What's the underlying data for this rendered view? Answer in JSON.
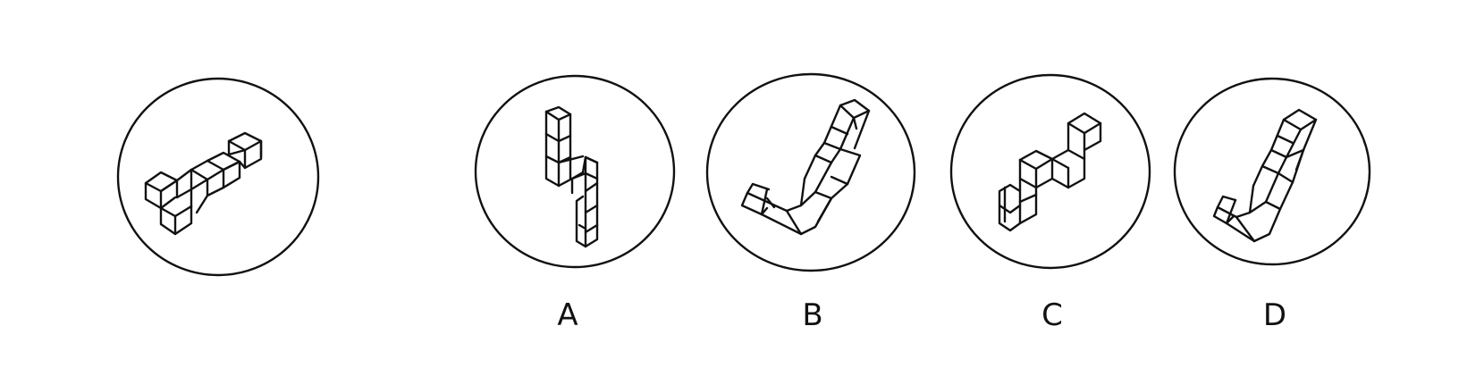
{
  "options": [
    {
      "label": "A"
    },
    {
      "label": "B"
    },
    {
      "label": "C"
    },
    {
      "label": "D"
    }
  ],
  "colors": {
    "stroke": "#111111",
    "background": "#ffffff"
  }
}
